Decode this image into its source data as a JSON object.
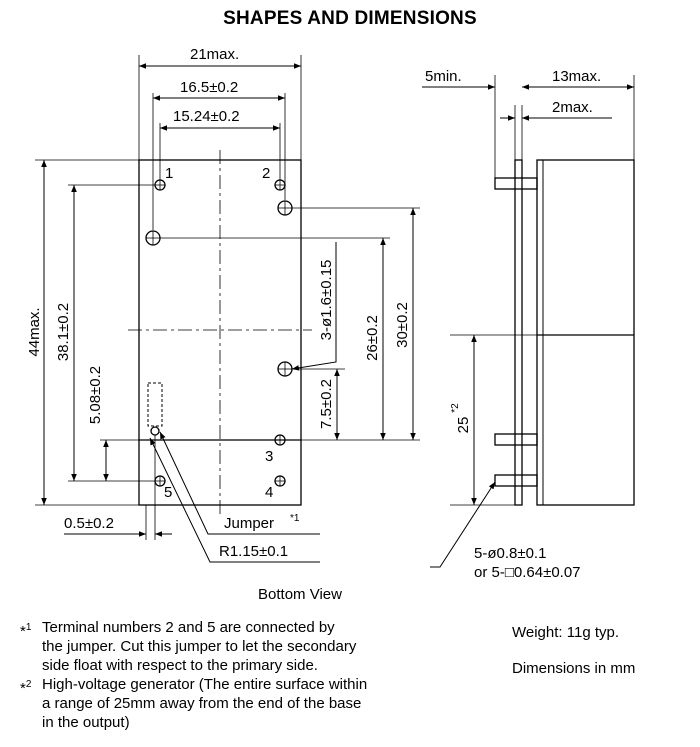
{
  "title": "SHAPES AND DIMENSIONS",
  "view_label": "Bottom View",
  "dims": {
    "width_max": "21max.",
    "pitch_16_5": "16.5±0.2",
    "pitch_15_24": "15.24±0.2",
    "height_max": "44max.",
    "span_38_1": "38.1±0.2",
    "span_5_08": "5.08±0.2",
    "span_26": "26±0.2",
    "span_30": "30±0.2",
    "hole_dia": "3-ø1.6±0.15",
    "span_7_5": "7.5±0.2",
    "offset_0_5": "0.5±0.2",
    "jumper": "Jumper",
    "jumper_mark": "*1",
    "radius": "R1.15±0.1",
    "side_5min": "5min.",
    "side_13max": "13max.",
    "side_2max": "2max.",
    "hv_25": "25",
    "hv_mark": "*2",
    "pin_line1": "5-ø0.8±0.1",
    "pin_line2": "or 5-□0.64±0.07"
  },
  "terminals": [
    "1",
    "2",
    "3",
    "4",
    "5"
  ],
  "notes": [
    {
      "mark": "*",
      "num": "1",
      "lines": [
        "Terminal numbers 2 and 5 are connected by",
        "the jumper.  Cut this jumper to let the secondary",
        "side float with respect to the primary side."
      ]
    },
    {
      "mark": "*",
      "num": "2",
      "lines": [
        "High-voltage generator (The entire surface within",
        "a range of 25mm away from the end of the base",
        "in the output)"
      ]
    }
  ],
  "weight": "Weight: 11g typ.",
  "units": "Dimensions in mm"
}
